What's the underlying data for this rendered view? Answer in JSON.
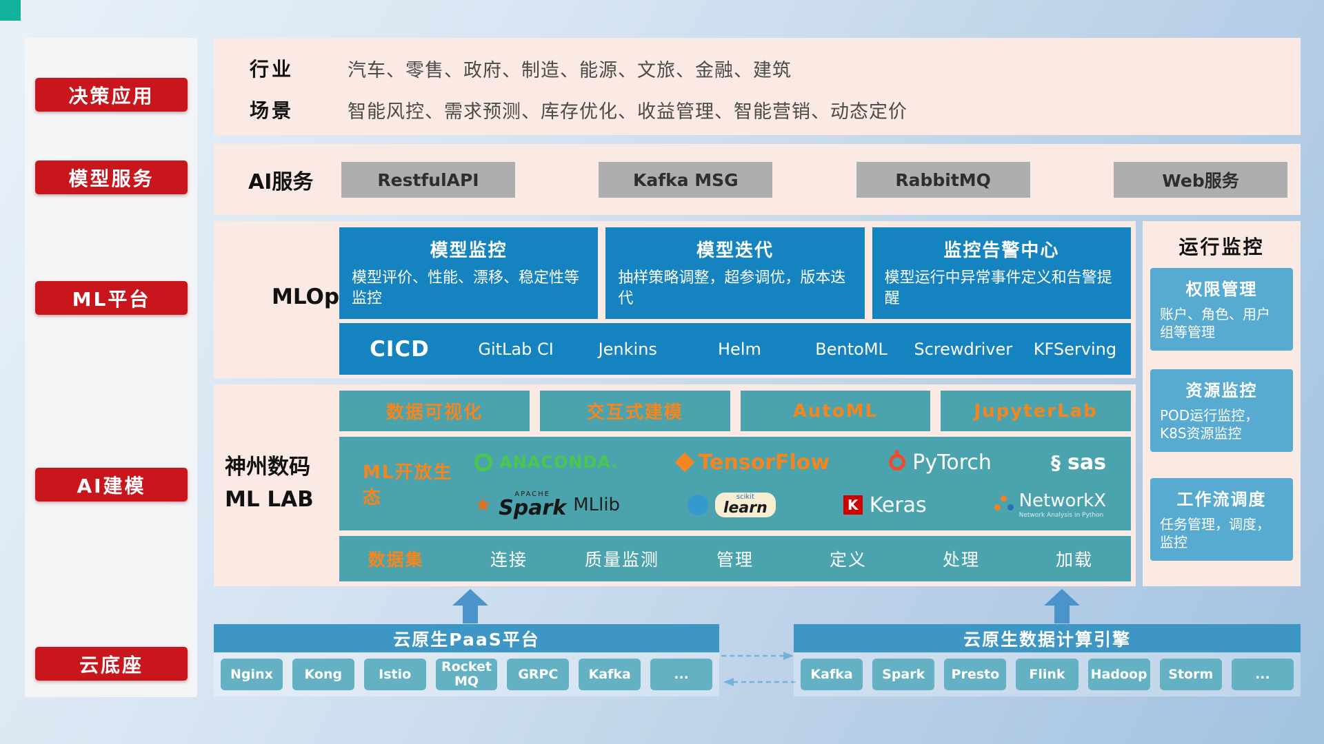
{
  "sidebar": {
    "items": [
      "决策应用",
      "模型服务",
      "ML平台",
      "AI建模",
      "云底座"
    ]
  },
  "apps": {
    "rows": [
      {
        "label": "行业",
        "value": "汽车、零售、政府、制造、能源、文旅、金融、建筑"
      },
      {
        "label": "场景",
        "value": "智能风控、需求预测、库存优化、收益管理、智能营销、动态定价"
      }
    ]
  },
  "ai_service": {
    "label": "AI服务",
    "buttons": [
      "RestfulAPI",
      "Kafka MSG",
      "RabbitMQ",
      "Web服务"
    ]
  },
  "mlops": {
    "label": "MLOps",
    "cards": [
      {
        "title": "模型监控",
        "desc": "模型评价、性能、漂移、稳定性等监控"
      },
      {
        "title": "模型迭代",
        "desc": "抽样策略调整，超参调优，版本迭代"
      },
      {
        "title": "监控告警中心",
        "desc": "模型运行中异常事件定义和告警提醒"
      }
    ],
    "cicd_label": "CICD",
    "cicd_tools": [
      "GitLab CI",
      "Jenkins",
      "Helm",
      "BentoML",
      "Screwdriver",
      "KFServing"
    ]
  },
  "monitoring": {
    "title": "运行监控",
    "cards": [
      {
        "title": "权限管理",
        "desc": "账户、角色、用户组等管理"
      },
      {
        "title": "资源监控",
        "desc": "POD运行监控，K8S资源监控"
      },
      {
        "title": "工作流调度",
        "desc": "任务管理，调度，监控"
      }
    ]
  },
  "mllab": {
    "label_line1": "神州数码",
    "label_line2": "ML LAB",
    "tools": [
      "数据可视化",
      "交互式建模",
      "AutoML",
      "JupyterLab"
    ],
    "ecosystem_label": "ML开放生态",
    "logos": {
      "anaconda": "ANACONDA.",
      "tensorflow": "TensorFlow",
      "pytorch": "PyTorch",
      "sas": "sas",
      "spark_small": "APACHE",
      "spark": "Spark",
      "mllib": "MLlib",
      "scikit_small": "scikit",
      "scikit": "learn",
      "keras_k": "K",
      "keras": "Keras",
      "networkx": "NetworkX",
      "networkx_sub": "Network Analysis in Python"
    },
    "dataset_label": "数据集",
    "dataset_items": [
      "连接",
      "质量监测",
      "管理",
      "定义",
      "处理",
      "加载"
    ]
  },
  "cloud": {
    "paas_title": "云原生PaaS平台",
    "paas_items": [
      "Nginx",
      "Kong",
      "Istio",
      "RocketMQ",
      "GRPC",
      "Kafka",
      "..."
    ],
    "engine_title": "云原生数据计算引擎",
    "engine_items": [
      "Kafka",
      "Spark",
      "Presto",
      "Flink",
      "Hadoop",
      "Storm",
      "..."
    ]
  },
  "icons": {
    "spark_star": "★",
    "sas_swirl": "§"
  },
  "colors": {
    "red": "#c9161d",
    "pink_panel": "#fbe9e4",
    "deep_blue": "#1583c0",
    "light_blue": "#57abd1",
    "teal": "#4ba4ad",
    "orange": "#f5861f",
    "bar_blue": "#3e96c5",
    "chip_teal": "#63b1c3",
    "arrow_blue": "#4b94cb"
  }
}
